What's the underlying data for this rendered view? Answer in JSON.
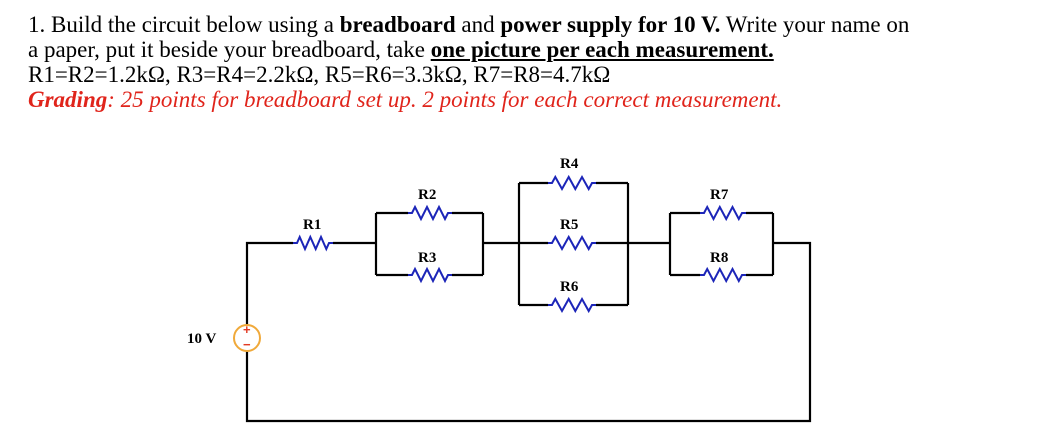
{
  "instructions": {
    "line1_a": "1. Build the circuit below using a ",
    "line1_b": "breadboard",
    "line1_c": " and ",
    "line1_d": "power supply for 10 V.",
    "line1_e": " Write your name on",
    "line2_a": "a paper, put it beside your breadboard, take ",
    "line2_b": "one picture per each measurement.",
    "line3": "R1=R2=1.2kΩ, R3=R4=2.2kΩ, R5=R6=3.3kΩ, R7=R8=4.7kΩ",
    "grading_label": "Grading",
    "grading_text": ": 25 points for breadboard set up. 2 points for each correct measurement."
  },
  "circuit": {
    "source_label": "10 V",
    "source_plus": "+",
    "source_minus": "−",
    "resistors": {
      "r1": "R1",
      "r2": "R2",
      "r3": "R3",
      "r4": "R4",
      "r5": "R5",
      "r6": "R6",
      "r7": "R7",
      "r8": "R8"
    },
    "colors": {
      "resistor": "#1c25b8",
      "wire": "#000000",
      "grading": "#e0241b",
      "source_outline": "#f0a93a"
    }
  }
}
